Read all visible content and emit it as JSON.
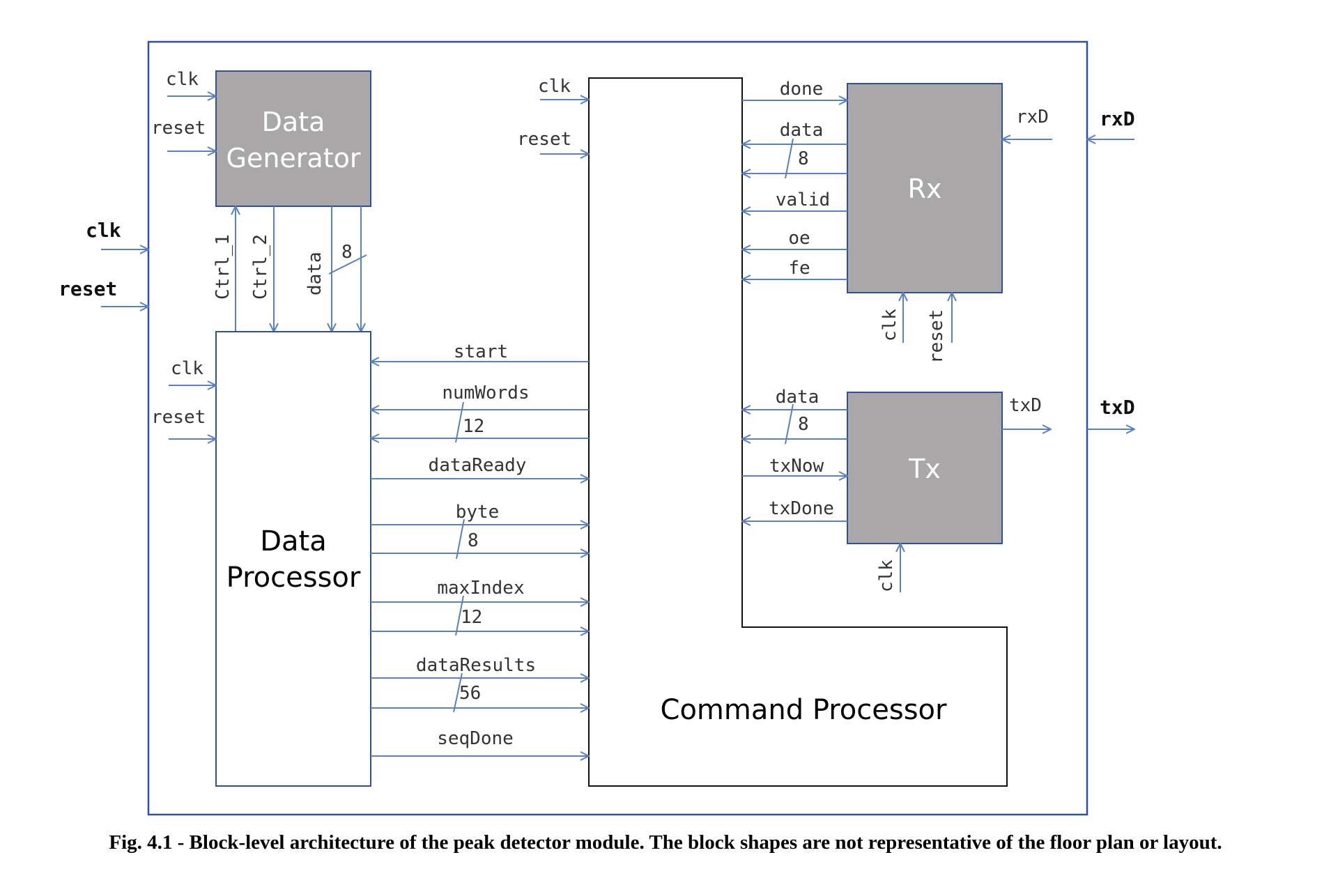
{
  "colors": {
    "wire": "#5a7fc2",
    "block_fill": "#a9a7a7",
    "frame": "#2f4f9f"
  },
  "top_ports": {
    "clk": "clk",
    "reset": "reset",
    "rxD": "rxD",
    "txD": "txD"
  },
  "blocks": {
    "data_generator": {
      "line1": "Data",
      "line2": "Generator"
    },
    "data_processor": {
      "line1": "Data",
      "line2": "Processor"
    },
    "rx": {
      "title": "Rx"
    },
    "tx": {
      "title": "Tx"
    },
    "command_processor": {
      "title": "Command Processor"
    }
  },
  "signals": {
    "dg_clk": "clk",
    "dg_reset": "reset",
    "ctrl1": "Ctrl_1",
    "ctrl2": "Ctrl_2",
    "dg_data": "data",
    "dg_width": "8",
    "dp_clk": "clk",
    "dp_reset": "reset",
    "cp_clk": "clk",
    "cp_reset": "reset",
    "start": "start",
    "numWords": "numWords",
    "numWords_w": "12",
    "dataReady": "dataReady",
    "byte": "byte",
    "byte_w": "8",
    "maxIndex": "maxIndex",
    "maxIndex_w": "12",
    "dataResults": "dataResults",
    "dataResults_w": "56",
    "seqDone": "seqDone",
    "rx_done": "done",
    "rx_data": "data",
    "rx_width": "8",
    "rx_valid": "valid",
    "rx_oe": "oe",
    "rx_fe": "fe",
    "rx_rxD": "rxD",
    "rx_clk": "clk",
    "rx_reset": "reset",
    "tx_data": "data",
    "tx_width": "8",
    "tx_now": "txNow",
    "tx_done": "txDone",
    "tx_txD": "txD",
    "tx_clk": "clk"
  },
  "caption": "Fig. 4.1 - Block-level architecture of the peak detector module. The block shapes are not representative of the floor plan or layout."
}
